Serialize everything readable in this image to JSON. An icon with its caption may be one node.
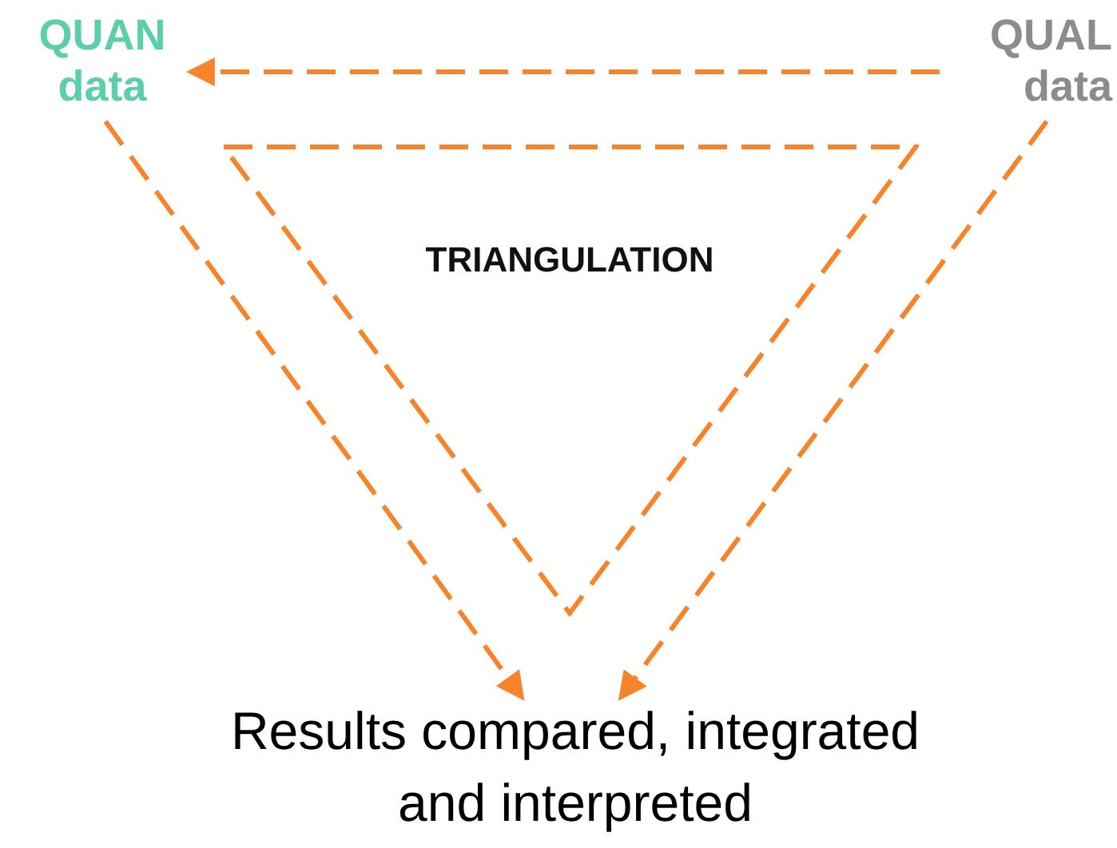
{
  "diagram": {
    "nodes": [
      {
        "text": [
          "QUAN data"
        ]
      },
      {
        "text": [
          "QUAL data"
        ]
      },
      {
        "text": [
          "TRIANGULATION"
        ]
      },
      {
        "text": [
          "Results compared, integrated and interpreted"
        ]
      }
    ],
    "edges": [
      {
        "from": 1,
        "to": 0,
        "arrow": "to",
        "style": "dashed"
      },
      {
        "from": 0,
        "to": 3,
        "arrow": "to",
        "style": "dashed"
      },
      {
        "from": 1,
        "to": 3,
        "arrow": "to",
        "style": "dashed"
      }
    ]
  }
}
